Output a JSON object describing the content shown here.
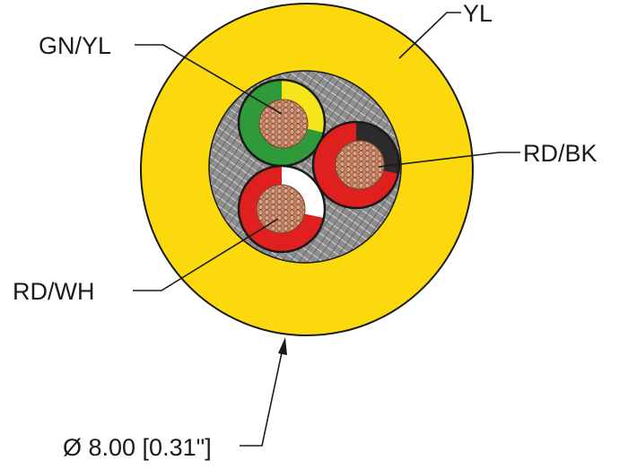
{
  "labels": {
    "jacket": "YL",
    "conductor_1": "GN/YL",
    "conductor_2": "RD/BK",
    "conductor_3": "RD/WH",
    "diameter": "Ø 8.00 [0.31\"]"
  },
  "colors": {
    "jacket": "#fbd90c",
    "jacket_outline": "#1a1a1a",
    "filler": "#8a8a8a",
    "green": "#2e9a3a",
    "yellow": "#f6e51a",
    "red": "#e0201e",
    "black": "#2b2b2b",
    "white": "#ffffff",
    "copper": "#c98a6a"
  }
}
